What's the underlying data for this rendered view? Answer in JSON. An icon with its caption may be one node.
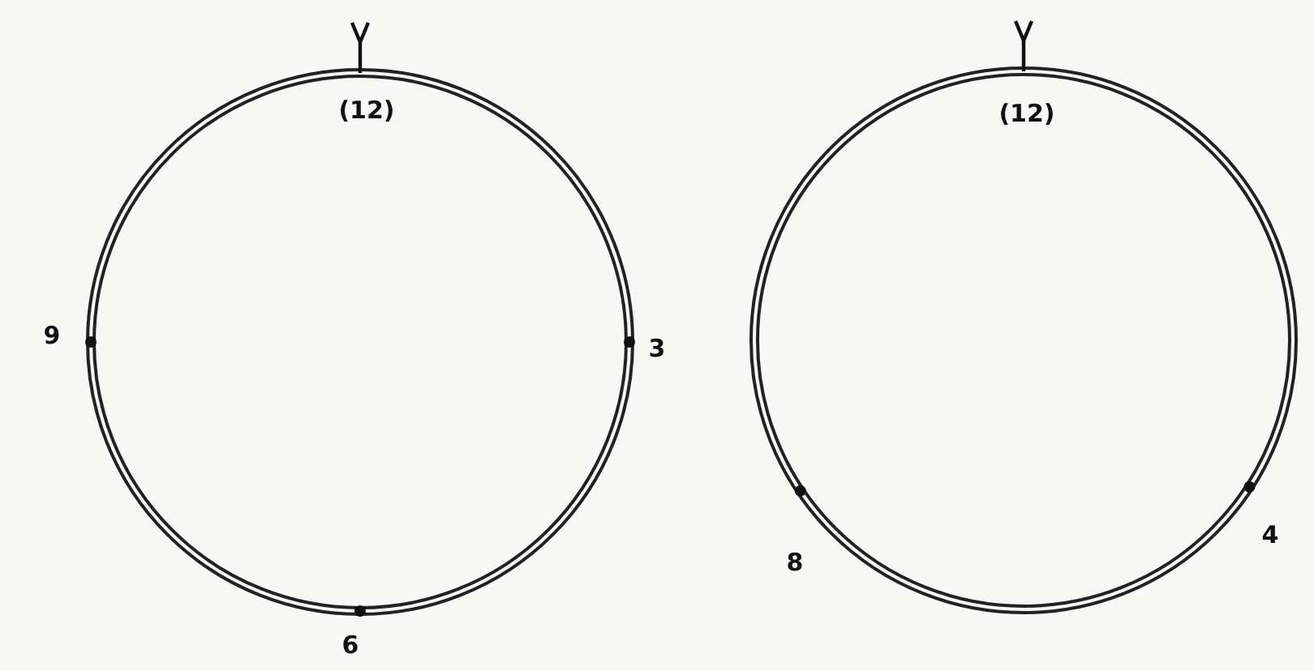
{
  "diagram": {
    "labels": [
      "(12)",
      "9",
      "3",
      "6",
      "(12)",
      "8",
      "4"
    ]
  }
}
